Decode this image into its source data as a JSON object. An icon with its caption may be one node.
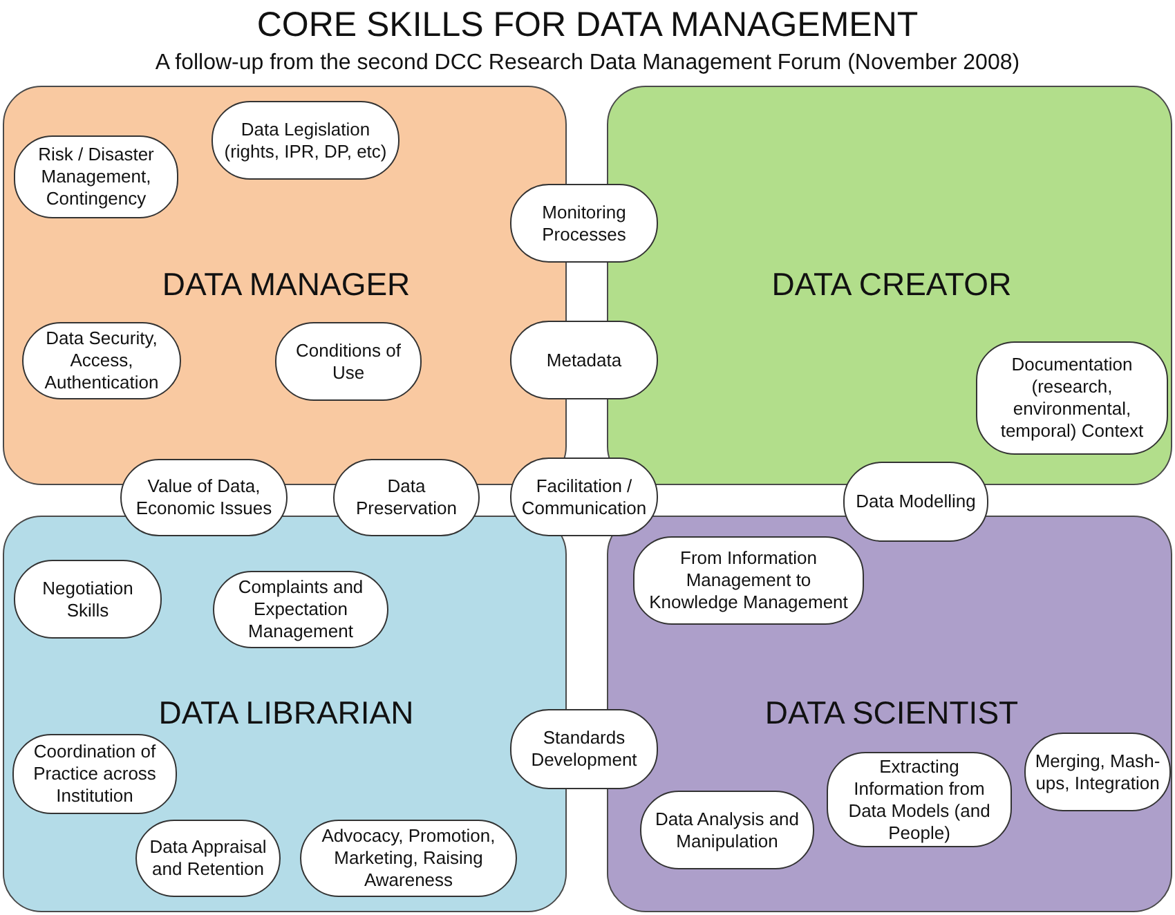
{
  "diagram": {
    "title": "CORE SKILLS FOR DATA MANAGEMENT",
    "labels": [
      "A follow-up from the second DCC Research Data Management Forum (November 2008)"
    ],
    "nodes": [
      {
        "text": [
          "DATA MANAGER"
        ]
      },
      {
        "text": [
          "Risk / Disaster Management, Contingency"
        ],
        "in": 0
      },
      {
        "text": [
          "Data Legislation (rights, IPR, DP, etc)"
        ],
        "in": 0
      },
      {
        "text": [
          "Data Security, Access, Authentication"
        ],
        "in": 0
      },
      {
        "text": [
          "Conditions of Use"
        ],
        "in": 0
      },
      {
        "text": [
          "DATA CREATOR"
        ]
      },
      {
        "text": [
          "Documentation (research, environmental, temporal) Context"
        ],
        "in": 5
      },
      {
        "text": [
          "Monitoring Processes"
        ]
      },
      {
        "text": [
          "Metadata"
        ]
      },
      {
        "text": [
          "Value of Data, Economic Issues"
        ]
      },
      {
        "text": [
          "Data Preservation"
        ]
      },
      {
        "text": [
          "Facilitation / Communication"
        ]
      },
      {
        "text": [
          "Data Modelling"
        ]
      },
      {
        "text": [
          "DATA LIBRARIAN"
        ]
      },
      {
        "text": [
          "Negotiation Skills"
        ],
        "in": 13
      },
      {
        "text": [
          "Complaints and Expectation Management"
        ],
        "in": 13
      },
      {
        "text": [
          "Coordination of Practice across Institution"
        ],
        "in": 13
      },
      {
        "text": [
          "Data Appraisal and Retention"
        ],
        "in": 13
      },
      {
        "text": [
          "Advocacy, Promotion, Marketing, Raising Awareness"
        ],
        "in": 13
      },
      {
        "text": [
          "Standards Development"
        ]
      },
      {
        "text": [
          "DATA SCIENTIST"
        ]
      },
      {
        "text": [
          "From Information Management to Knowledge Management"
        ],
        "in": 20
      },
      {
        "text": [
          "Merging, Mash-ups, Integration"
        ],
        "in": 20
      },
      {
        "text": [
          "Extracting Information from Data Models (and People)"
        ],
        "in": 20
      },
      {
        "text": [
          "Data Analysis and Manipulation"
        ],
        "in": 20
      }
    ]
  }
}
